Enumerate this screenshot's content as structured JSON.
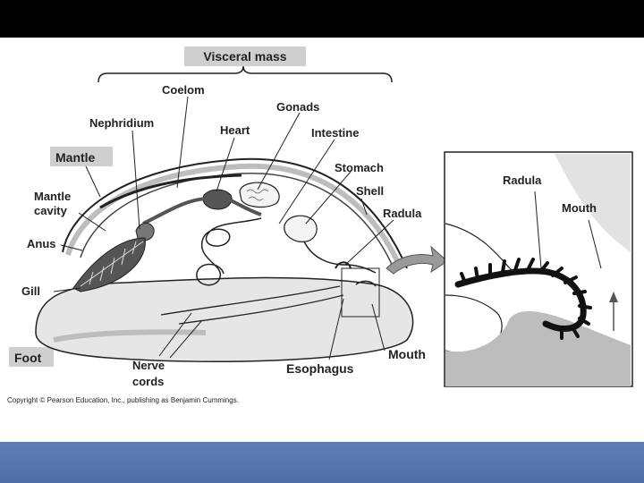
{
  "labels": {
    "visceral_mass": "Visceral mass",
    "coelom": "Coelom",
    "gonads": "Gonads",
    "nephridium": "Nephridium",
    "heart": "Heart",
    "intestine": "Intestine",
    "mantle": "Mantle",
    "stomach": "Stomach",
    "mantle_cavity_line1": "Mantle",
    "mantle_cavity_line2": "cavity",
    "shell": "Shell",
    "radula": "Radula",
    "anus": "Anus",
    "gill": "Gill",
    "foot": "Foot",
    "nerve_cords_line1": "Nerve",
    "nerve_cords_line2": "cords",
    "esophagus": "Esophagus",
    "mouth": "Mouth",
    "inset_radula": "Radula",
    "inset_mouth": "Mouth"
  },
  "copyright": "Copyright © Pearson Education, Inc., publishing as Benjamin Cummings.",
  "colors": {
    "background_bar": "#000000",
    "bottom_bar": "#5a78b0",
    "ink": "#222222",
    "shade": "#bdbdbd",
    "organ_dark": "#555555"
  }
}
